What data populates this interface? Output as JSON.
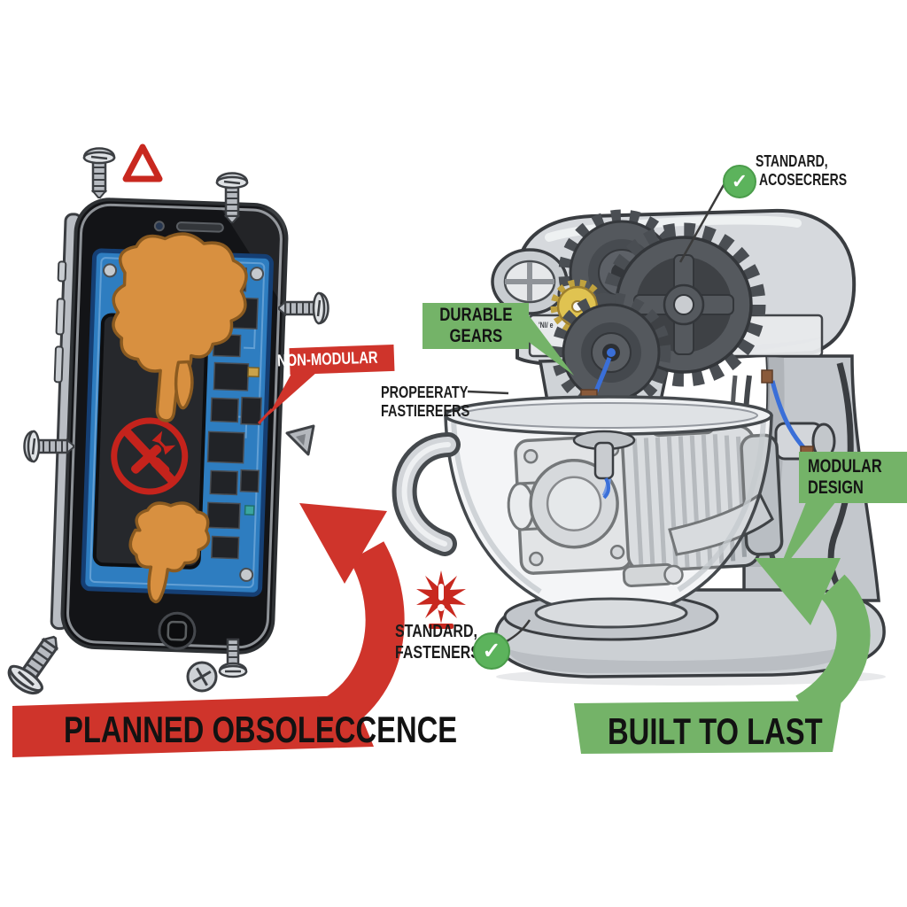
{
  "colors": {
    "red": "#cf342b",
    "red_icon": "#c8281f",
    "green": "#74b368",
    "check_green": "#5cb35c",
    "pcb_blue": "#2e7dc0",
    "glue_orange": "#d89040",
    "metal_silver": "#d6d9dd",
    "banner_text": "#121212"
  },
  "icons": {
    "check_glyph": "✓",
    "names": [
      "warning-triangle-icon",
      "no-repair-icon",
      "screw-icon",
      "burst-warning-icon",
      "check-icon",
      "arrow-up-icon"
    ]
  },
  "phone_side": {
    "banner": "PLANNED OBSOLECCENCE",
    "non_modular_label": "NON-MODULAR",
    "proprietary_fasteners": {
      "line1": "PROPEERATY",
      "line2": "FASTIEREERS"
    }
  },
  "mixer_side": {
    "banner": "BUILT TO LAST",
    "durable_gears": {
      "line1": "DURABLE",
      "line2": "GEARS"
    },
    "standard_accessories": {
      "line1": "STANDARD,",
      "line2": "ACOSECRERS"
    },
    "modular_design": {
      "line1": "MODULAR",
      "line2": "DESIGN"
    },
    "standard_fasteners": {
      "line1": "STANDARD,",
      "line2": "FASTENERS"
    },
    "plate_text": "'NI/ e"
  }
}
